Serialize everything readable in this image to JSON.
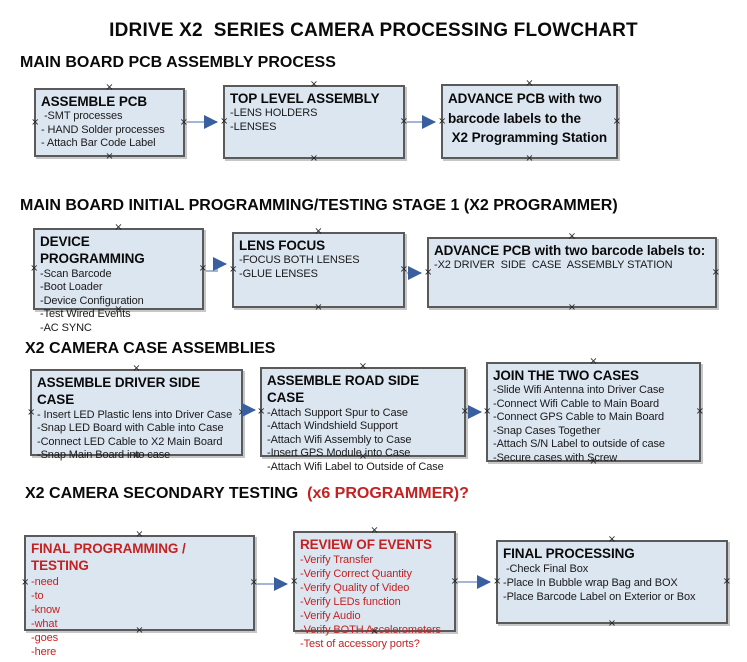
{
  "title": "IDRIVE X2  SERIES CAMERA PROCESSING FLOWCHART",
  "colors": {
    "box_fill": "#dce6f1",
    "box_border": "#5a5a5a",
    "red_text": "#c32222",
    "black_text": "#0a0a0a",
    "connector_line": "#a3b6d6",
    "connector_arrowhead": "#3a5f9f"
  },
  "sections": [
    {
      "heading": "MAIN BOARD PCB ASSEMBLY PROCESS",
      "heading_red": "",
      "boxes": [
        {
          "title": "ASSEMBLE PCB",
          "items": [
            " -SMT processes",
            "- HAND Solder processes",
            "- Attach Bar Code Label"
          ]
        },
        {
          "title": "TOP LEVEL ASSEMBLY",
          "items": [
            "-LENS HOLDERS",
            "-LENSES"
          ]
        },
        {
          "title": "ADVANCE PCB with two\nbarcode labels to the\n X2 Programming Station",
          "items": []
        }
      ]
    },
    {
      "heading": "MAIN BOARD INITIAL PROGRAMMING/TESTING STAGE 1 (X2 PROGRAMMER)",
      "heading_red": "",
      "boxes": [
        {
          "title": "DEVICE PROGRAMMING",
          "items": [
            "-Scan Barcode",
            "-Boot Loader",
            "-Device Configuration",
            "-Test Wired Events",
            "-AC SYNC"
          ]
        },
        {
          "title": "LENS FOCUS",
          "items": [
            "-FOCUS BOTH LENSES",
            "-GLUE LENSES"
          ]
        },
        {
          "title": "ADVANCE PCB with two barcode labels to:",
          "items": [
            "-X2 DRIVER  SIDE  CASE  ASSEMBLY STATION"
          ]
        }
      ]
    },
    {
      "heading": "X2 CAMERA CASE ASSEMBLIES",
      "heading_red": "",
      "boxes": [
        {
          "title": "ASSEMBLE DRIVER SIDE CASE",
          "items": [
            "- Insert LED Plastic lens into Driver Case",
            "-Snap LED Board with Cable into Case",
            "-Connect LED Cable to X2 Main Board",
            "-Snap Main Board into case"
          ]
        },
        {
          "title": "ASSEMBLE ROAD SIDE CASE",
          "items": [
            "-Attach Support Spur to Case",
            "-Attach Windshield Support",
            "-Attach Wifi Assembly to Case",
            "-Insert GPS Module into Case",
            "-Attach Wifi Label to Outside of Case"
          ]
        },
        {
          "title": "JOIN THE TWO CASES",
          "items": [
            "-Slide Wifi Antenna into Driver Case",
            "-Connect Wifi Cable to Main Board",
            "-Connect GPS Cable to Main Board",
            "-Snap Cases Together",
            "-Attach S/N Label to outside of case",
            "-Secure cases with Screw"
          ]
        }
      ]
    },
    {
      "heading": "X2 CAMERA SECONDARY TESTING  ",
      "heading_red": "(x6 PROGRAMMER)?",
      "boxes": [
        {
          "title": "FINAL PROGRAMMING / TESTING",
          "items": [
            "-need",
            "-to",
            "-know",
            "-what",
            "-goes",
            "-here"
          ]
        },
        {
          "title": "REVIEW OF EVENTS",
          "items": [
            "-Verify Transfer",
            "-Verify Correct Quantity",
            "-Verify Quality of Video",
            "-Verify LEDs function",
            "-Verify Audio",
            "-Verify BOTH Accelerometers",
            "-Test of accessory ports?"
          ]
        },
        {
          "title": "FINAL PROCESSING",
          "items": [
            " -Check Final Box",
            "-Place In Bubble wrap Bag and BOX",
            "-Place Barcode Label on Exterior or Box"
          ]
        }
      ]
    }
  ]
}
